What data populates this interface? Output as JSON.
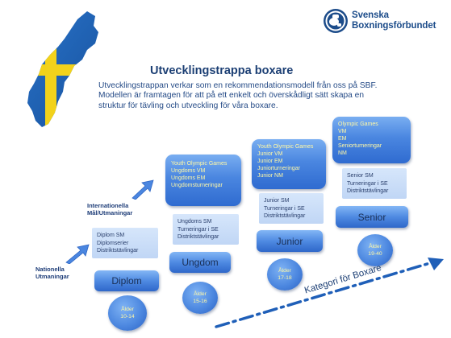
{
  "logo": {
    "line1": "Svenska",
    "line2": "Boxningsförbundet"
  },
  "title": "Utvecklingstrappa boxare",
  "intro": [
    "Utvecklingstrappan verkar som en rekommendationsmodell från oss på SBF.",
    "Modellen är framtagen för att på ett enkelt och överskådligt sätt skapa en",
    "struktur för tävling och utveckling för våra boxare."
  ],
  "labels": {
    "nationella": [
      "Nationella",
      "Utmaningar"
    ],
    "internationella": [
      "Internationella",
      "Mål/Utmaningar"
    ]
  },
  "steps": [
    {
      "name": "Diplom",
      "light": [
        "Diplom SM",
        "Diplomserier",
        "Distriktstävlingar"
      ],
      "age": [
        "Ålder",
        "10-14"
      ]
    },
    {
      "name": "Ungdom",
      "dark": [
        "Youth Olympic Games",
        "Ungdoms VM",
        "Ungdoms EM",
        "Ungdomsturneringar"
      ],
      "light": [
        "Ungdoms SM",
        "Turneringar i SE",
        "Distriktstävlingar"
      ],
      "age": [
        "Ålder",
        "15-16"
      ]
    },
    {
      "name": "Junior",
      "dark": [
        "Youth Olympic Games",
        "Junior VM",
        "Junior EM",
        "Juniorturneringar",
        "Junior NM"
      ],
      "light": [
        "Junior SM",
        "Turneringar i SE",
        "Distriktstävlingar"
      ],
      "age": [
        "Ålder",
        "17-18"
      ]
    },
    {
      "name": "Senior",
      "dark": [
        "Olympic Games",
        "VM",
        "EM",
        "Seniorturneringar",
        "NM"
      ],
      "light": [
        "Senior SM",
        "Turneringar i SE",
        "Distriktstävlingar"
      ],
      "age": [
        "Ålder",
        "19-40"
      ]
    }
  ],
  "kategori": "Kategori för Boxare",
  "colors": {
    "sweden_blue": "#1d63b8",
    "sweden_yellow": "#f2d21b",
    "accent_text": "#fff8a6",
    "title_blue": "#1c3f74"
  }
}
